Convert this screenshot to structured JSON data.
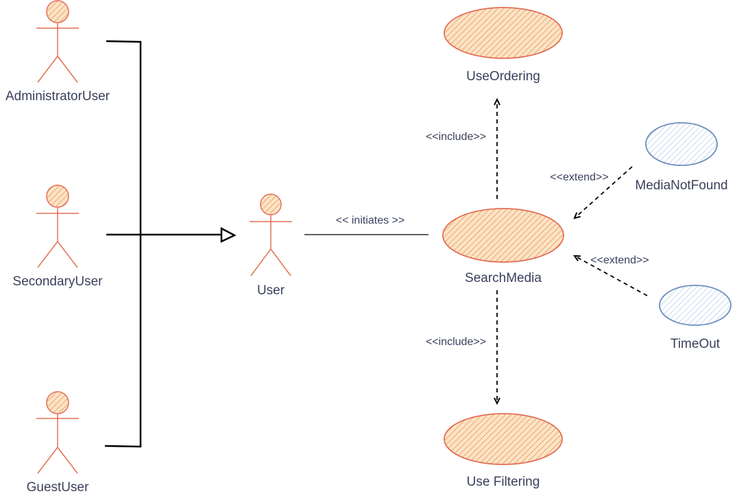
{
  "diagram": {
    "actors": {
      "administrator": "AdministratorUser",
      "secondary": "SecondaryUser",
      "guest": "GuestUser",
      "user": "User"
    },
    "use_cases": {
      "use_ordering": "UseOrdering",
      "search_media": "SearchMedia",
      "use_filtering": "Use Filtering",
      "media_not_found": "MediaNotFound",
      "timeout": "TimeOut"
    },
    "relations": {
      "initiates": "<< initiates >>",
      "include_ordering": "<<include>>",
      "include_filtering": "<<include>>",
      "extend_media_not_found": "<<extend>>",
      "extend_timeout": "<<extend>>"
    },
    "colors": {
      "actor_stroke": "#e26f55",
      "actor_fill": "#f2b880",
      "usecase_stroke": "#e26f55",
      "usecase_fill": "#f4b377",
      "extension_stroke": "#6c8ebf",
      "extension_fill": "#dae8fc",
      "line": "#000000",
      "text": "#3a3f5c"
    }
  }
}
